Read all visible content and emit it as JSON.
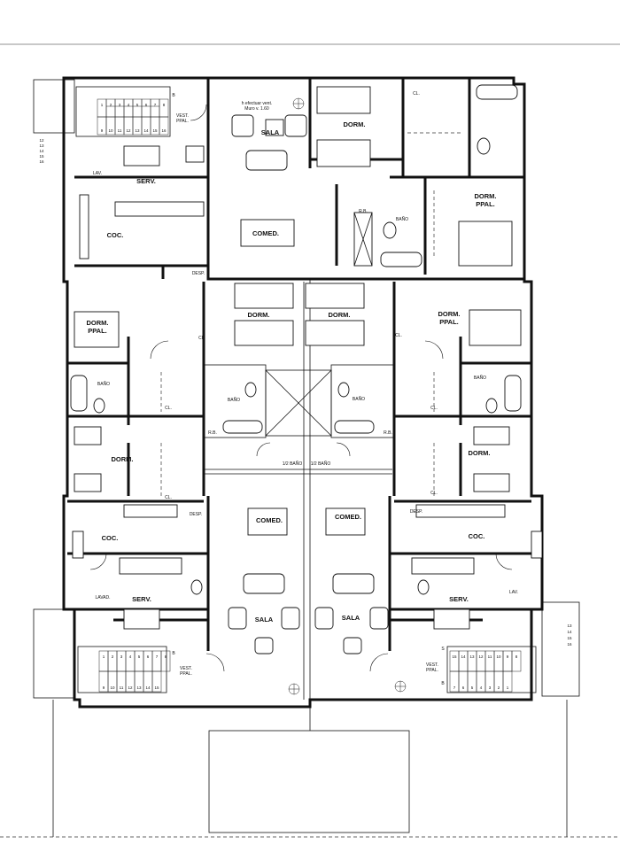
{
  "labels": {
    "sala": "SALA",
    "comed": "COMED.",
    "dorm": "DORM.",
    "dorm_ppal_line1": "DORM.",
    "dorm_ppal_line2": "PPAL.",
    "coc": "COC.",
    "serv": "SERV.",
    "lav": "LAV.",
    "lavad": "LAVAD.",
    "bano": "BAÑO",
    "medio_bano": "1/2 BAÑO",
    "cl": "CL.",
    "rb": "R.B.",
    "desp": "DESP.",
    "vest_line1": "VEST.",
    "vest_line2": "PPAL.",
    "nota_line1": "h efectuar vent.",
    "nota_line2": "Muro v. 1.60",
    "stair_b": "B",
    "stair_s": "S"
  },
  "stair_top": [
    "1",
    "2",
    "3",
    "4",
    "5",
    "6",
    "7",
    "8",
    "9",
    "10",
    "11",
    "12",
    "13",
    "14",
    "15",
    "16"
  ],
  "stair_bottom_left": [
    "1",
    "2",
    "3",
    "4",
    "5",
    "6",
    "7",
    "8",
    "9",
    "10",
    "11",
    "12",
    "13",
    "14",
    "15"
  ],
  "stair_bottom_right": [
    "15",
    "14",
    "13",
    "12",
    "11",
    "10",
    "9",
    "8",
    "7",
    "6",
    "5",
    "4",
    "3",
    "2",
    "1"
  ],
  "exit_stair_left": [
    "12",
    "13",
    "14",
    "15",
    "16"
  ],
  "exit_stair_right": [
    "13",
    "14",
    "15",
    "16"
  ]
}
